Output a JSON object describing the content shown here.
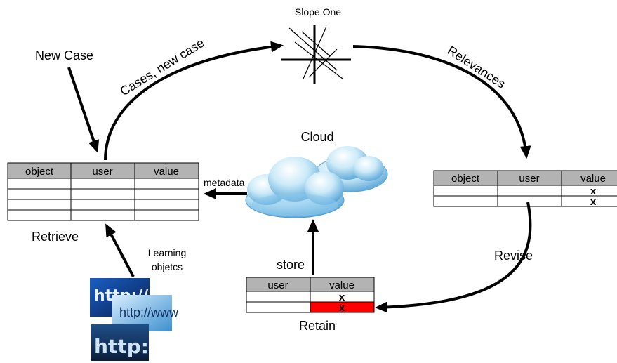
{
  "labels": {
    "slope_one": "Slope One",
    "new_case": "New Case",
    "cases_new_case": "Cases, new case",
    "relevances": "Relevances",
    "cloud": "Cloud",
    "metadata": "metadata",
    "retrieve": "Retrieve",
    "learning_objects": [
      "Learning",
      "objetcs"
    ],
    "store": "store",
    "revise": "Revise",
    "retain": "Retain"
  },
  "tables": {
    "retrieve_table": {
      "headers": [
        "object",
        "user",
        "value"
      ],
      "rows": [
        [
          "",
          "",
          ""
        ],
        [
          "",
          "",
          ""
        ],
        [
          "",
          "",
          ""
        ],
        [
          "",
          "",
          ""
        ]
      ]
    },
    "revise_table": {
      "headers": [
        "object",
        "user",
        "value"
      ],
      "rows": [
        [
          "",
          "",
          "x"
        ],
        [
          "",
          "",
          "x"
        ]
      ]
    },
    "retain_table": {
      "headers": [
        "user",
        "value"
      ],
      "rows": [
        [
          "",
          "x"
        ],
        [
          "",
          "x"
        ]
      ]
    }
  },
  "thumbnails": {
    "http_1": "http://",
    "http_2": "http://www",
    "http_3": "http:"
  },
  "colors": {
    "header_fill": "#b3b3b3",
    "highlight_cell": "#ff0000",
    "cloud_light": "#d6f0fb",
    "cloud_dark": "#5aa6d6",
    "http_bg_dark": "#0d3f8c",
    "http_bg_light": "#69b4e6"
  }
}
